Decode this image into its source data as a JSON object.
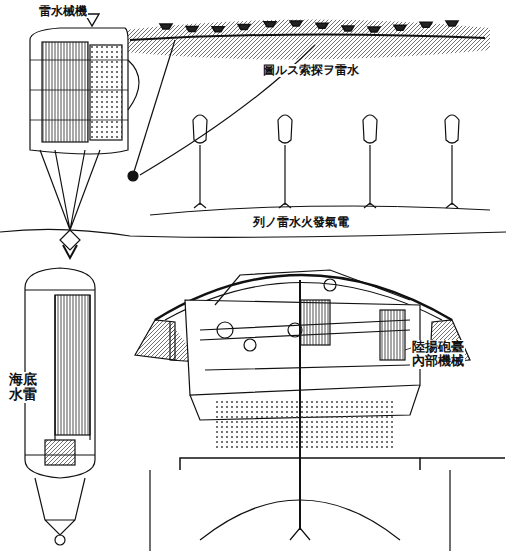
{
  "diagram": {
    "labels": [
      "雷水械機",
      "圖ルス索探ヲ雷水",
      "列ノ雷水火發氣電",
      "海底水雷",
      "陸揚砲臺內部機械"
    ]
  }
}
